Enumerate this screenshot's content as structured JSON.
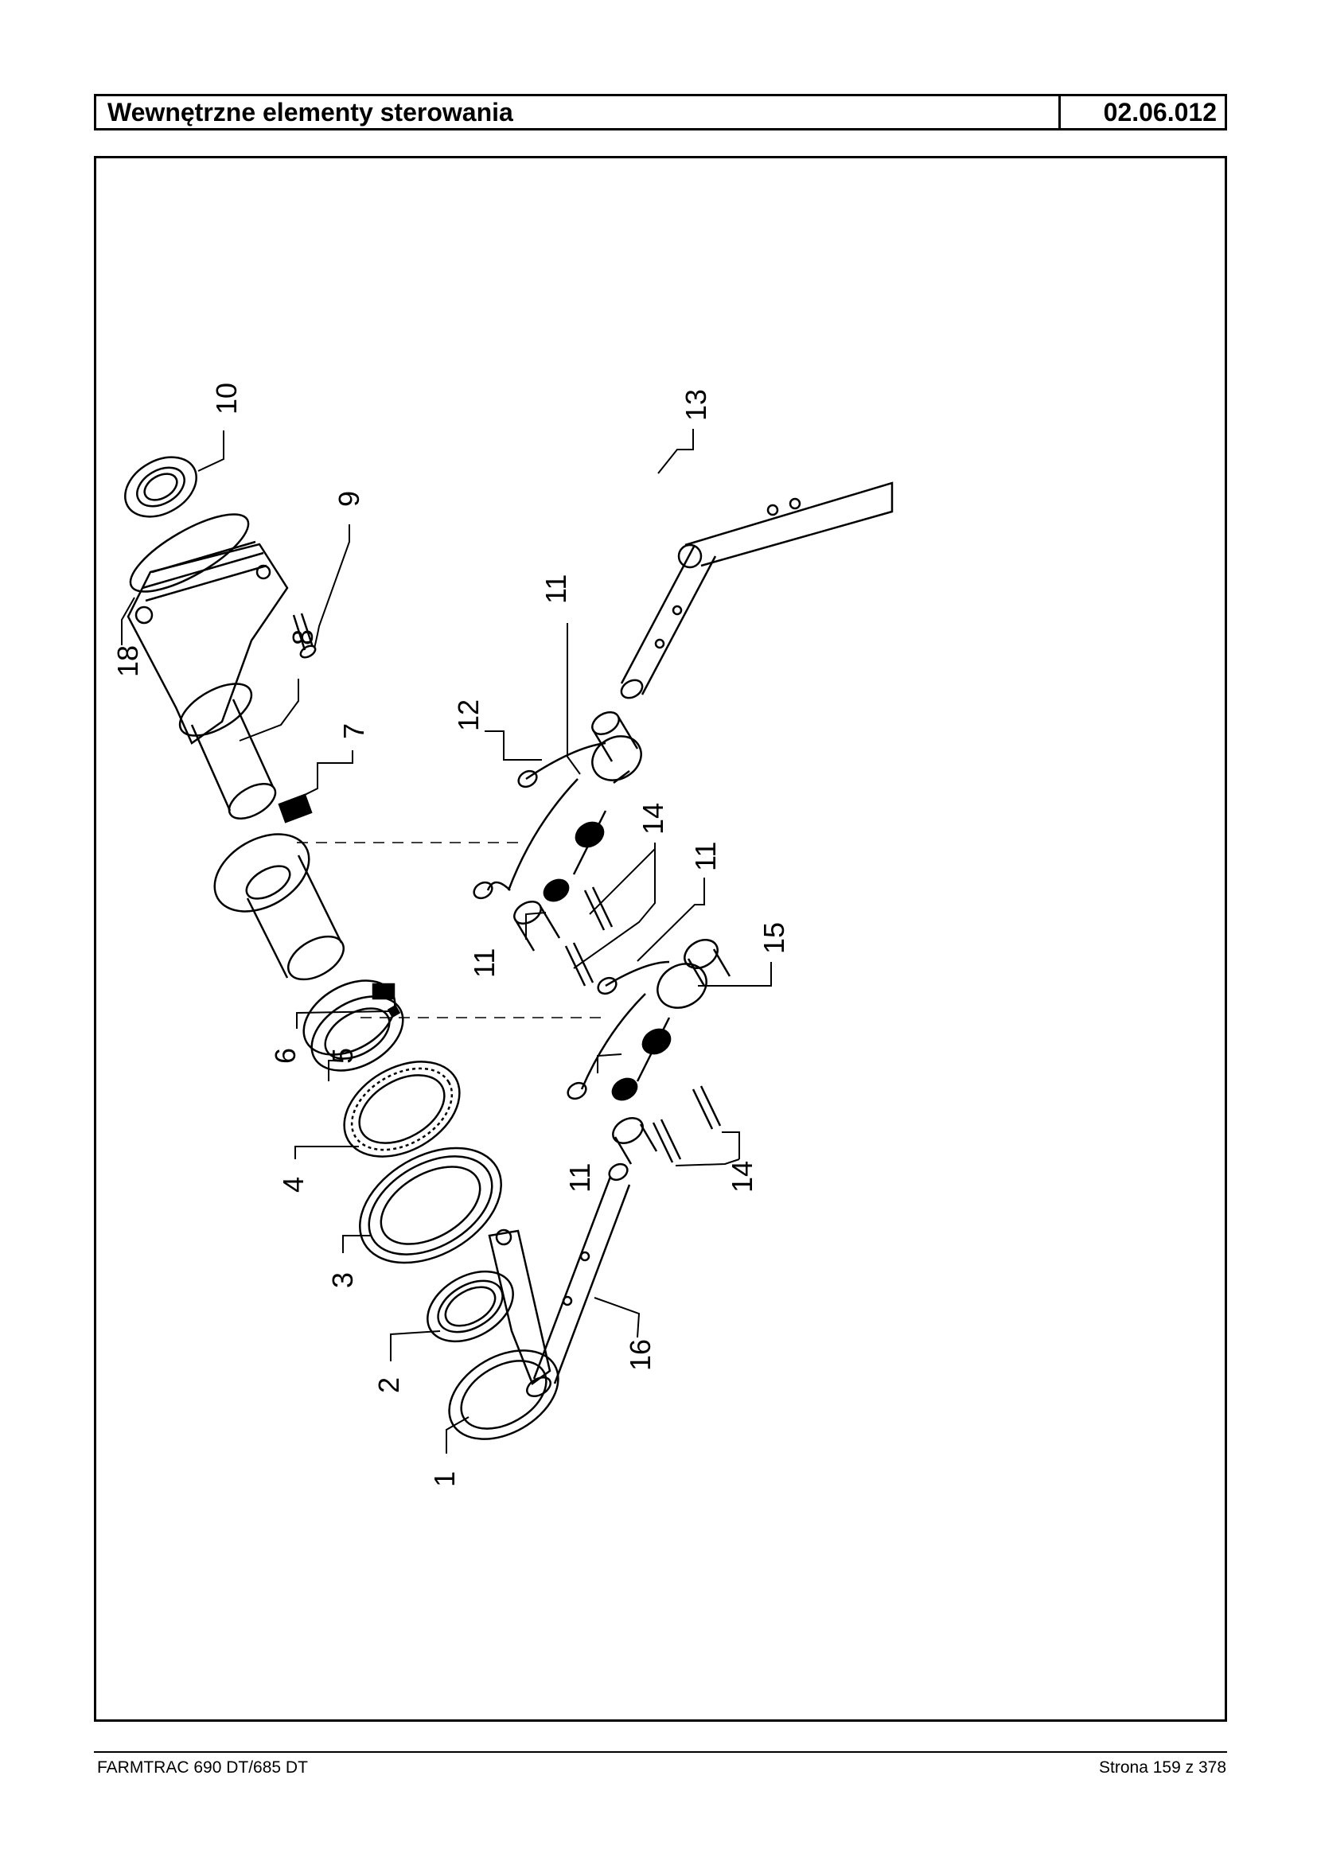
{
  "header": {
    "title": "Wewnętrzne elementy sterowania",
    "code": "02.06.012"
  },
  "diagram": {
    "callouts": [
      "1",
      "2",
      "3",
      "4",
      "5",
      "6",
      "7",
      "8",
      "9",
      "10",
      "11",
      "11",
      "11",
      "11",
      "12",
      "13",
      "14",
      "14",
      "15",
      "16",
      "18"
    ]
  },
  "footer": {
    "model": "FARMTRAC 690 DT/685 DT",
    "page": "Strona 159 z 378"
  }
}
